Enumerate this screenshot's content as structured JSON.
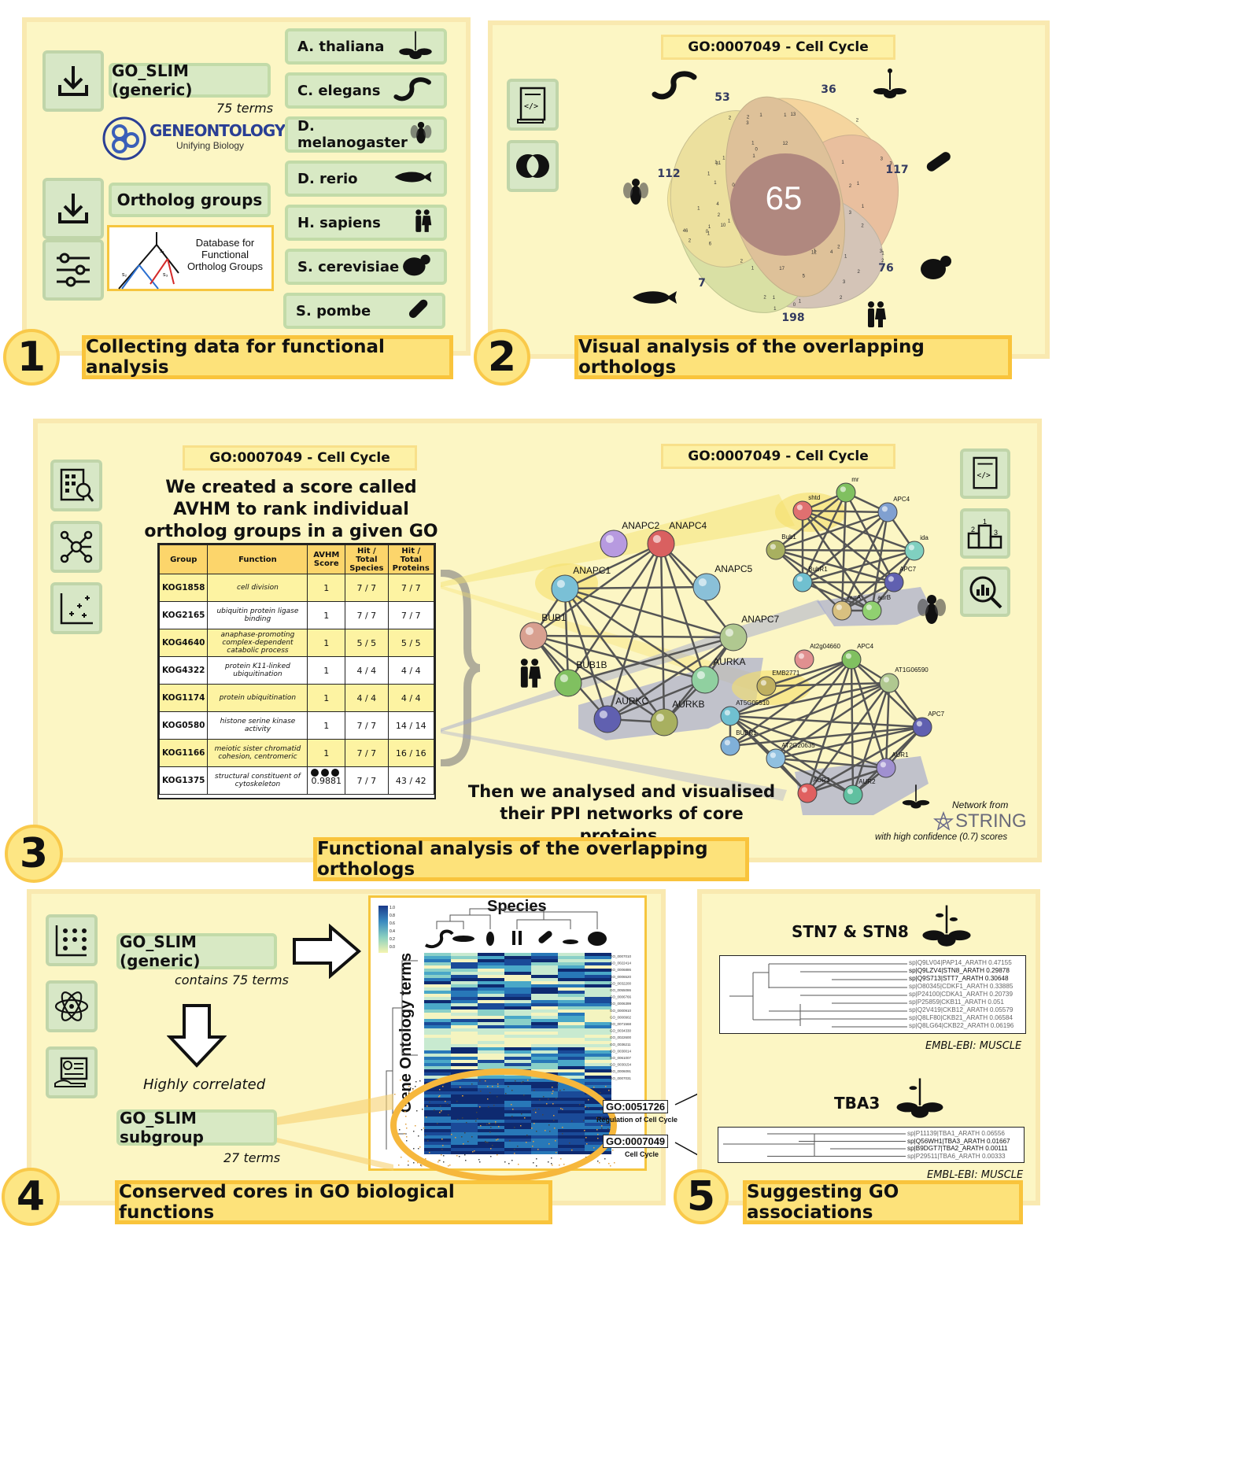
{
  "panel1": {
    "number": "1",
    "caption": "Collecting data for functional analysis",
    "go_slim": "GO_SLIM (generic)",
    "terms": "75 terms",
    "logo_name": "GENEONTOLOGY",
    "logo_sub": "Unifying Biology",
    "ortholog_groups": "Ortholog groups",
    "db_text": "Database for Functional Ortholog Groups",
    "species": [
      "A. thaliana",
      "C. elegans",
      "D. melanogaster",
      "D. rerio",
      "H. sapiens",
      "S. cerevisiae",
      "S. pombe"
    ]
  },
  "panel2": {
    "number": "2",
    "caption": "Visual analysis of the overlapping orthologs",
    "title": "GO:0007049 - Cell Cycle",
    "center_value": "65",
    "outer_values": [
      "53",
      "36",
      "117",
      "76",
      "198",
      "7",
      "112"
    ]
  },
  "panel3": {
    "number": "3",
    "caption": "Functional analysis of the overlapping orthologs",
    "left_title": "GO:0007049 - Cell Cycle",
    "right_title": "GO:0007049 - Cell Cycle",
    "score_text": "We created a score called AVHM to rank individual ortholog groups in a given GO annotation",
    "table_headers": [
      "Group",
      "Function",
      "AVHM Score",
      "Hit / Total Species",
      "Hit / Total Proteins"
    ],
    "table_rows": [
      [
        "KOG1858",
        "cell division",
        "1",
        "7 / 7",
        "7 / 7"
      ],
      [
        "KOG2165",
        "ubiquitin protein ligase binding",
        "1",
        "7 / 7",
        "7 / 7"
      ],
      [
        "KOG4640",
        "anaphase-promoting complex-dependent catabolic process",
        "1",
        "5 / 5",
        "5 / 5"
      ],
      [
        "KOG4322",
        "protein K11-linked ubiquitination",
        "1",
        "4 / 4",
        "4 / 4"
      ],
      [
        "KOG1174",
        "protein ubiquitination",
        "1",
        "4 / 4",
        "4 / 4"
      ],
      [
        "KOG0580",
        "histone serine kinase activity",
        "1",
        "7 / 7",
        "14 / 14"
      ],
      [
        "KOG1166",
        "meiotic sister chromatid cohesion, centromeric",
        "1",
        "7 / 7",
        "16 / 16"
      ],
      [
        "KOG1375",
        "structural constituent of cytoskeleton",
        "0.9881",
        "7 / 7",
        "43 / 42"
      ]
    ],
    "ppi_text": "Then we analysed and visualised their PPI networks of core proteins.",
    "network_from": "Network from",
    "string": "STRING",
    "confidence": "with high confidence (0.7) scores",
    "human_nodes": [
      "ANAPC2",
      "ANAPC4",
      "ANAPC1",
      "ANAPC5",
      "BUB1",
      "ANAPC7",
      "BUB1B",
      "AURKA",
      "AURKC",
      "AURKB"
    ],
    "fly_nodes": [
      "mr",
      "shtd",
      "APC4",
      "Bub1",
      "ida",
      "BubR1",
      "APC7",
      "aurA",
      "aurB"
    ],
    "plant_nodes": [
      "At2g04660",
      "APC4",
      "AT1G06590",
      "EMB2771",
      "AT5G05510",
      "APC7",
      "BUBR1",
      "AT2G20635",
      "AUR1",
      "AUR3",
      "AUR2"
    ]
  },
  "panel4": {
    "number": "4",
    "caption": "Conserved cores in GO biological functions",
    "go_slim": "GO_SLIM (generic)",
    "contains": "contains 75 terms",
    "correlated": "Highly correlated",
    "subgroup": "GO_SLIM subgroup",
    "sub_terms": "27 terms",
    "species_title": "Species",
    "y_title": "Gene Ontology terms",
    "go1": "GO:0051726",
    "go1_label": "Regulation of Cell Cycle",
    "go2": "GO:0007049",
    "go2_label": "Cell Cycle",
    "legend_ticks": [
      "1.0",
      "0.8",
      "0.6",
      "0.4",
      "0.2",
      "0.0"
    ],
    "go_terms": [
      "GO_0007010",
      "GO_0022414",
      "GO_0006886",
      "GO_0006520",
      "GO_0032200",
      "GO_0055086",
      "GO_0006766",
      "GO_0006399",
      "GO_0000910",
      "GO_0000902",
      "GO_0071568",
      "GO_0034330",
      "GO_0022600",
      "GO_0036211",
      "GO_0030014",
      "GO_0061007",
      "GO_0030154",
      "GO_0006091",
      "GO_0007031"
    ]
  },
  "panel5": {
    "number": "5",
    "caption": "Suggesting GO associations",
    "gene1": "STN7 & STN8",
    "tree1": [
      "sp|Q9LV04|PAP14_ARATH 0.47155",
      "sp|Q9LZV4|STN8_ARATH 0.29878",
      "sp|Q9S713|STT7_ARATH 0.30648",
      "sp|O80345|CDKF1_ARATH 0.33885",
      "sp|P24100|CDKA1_ARATH 0.20739",
      "sp|P25859|CKB11_ARATH 0.051",
      "sp|Q2V419|CKB12_ARATH 0.05579",
      "sp|Q8LF80|CKB21_ARATH 0.06584",
      "sp|Q8LG64|CKB22_ARATH 0.06196"
    ],
    "src1": "EMBL-EBI: MUSCLE",
    "gene2": "TBA3",
    "tree2": [
      "sp|P11139|TBA1_ARATH 0.06556",
      "sp|Q56WH1|TBA3_ARATH 0.01667",
      "sp|B9DGT7|TBA2_ARATH 0.00111",
      "sp|P29511|TBA6_ARATH 0.00333"
    ],
    "src2": "EMBL-EBI: MUSCLE"
  }
}
